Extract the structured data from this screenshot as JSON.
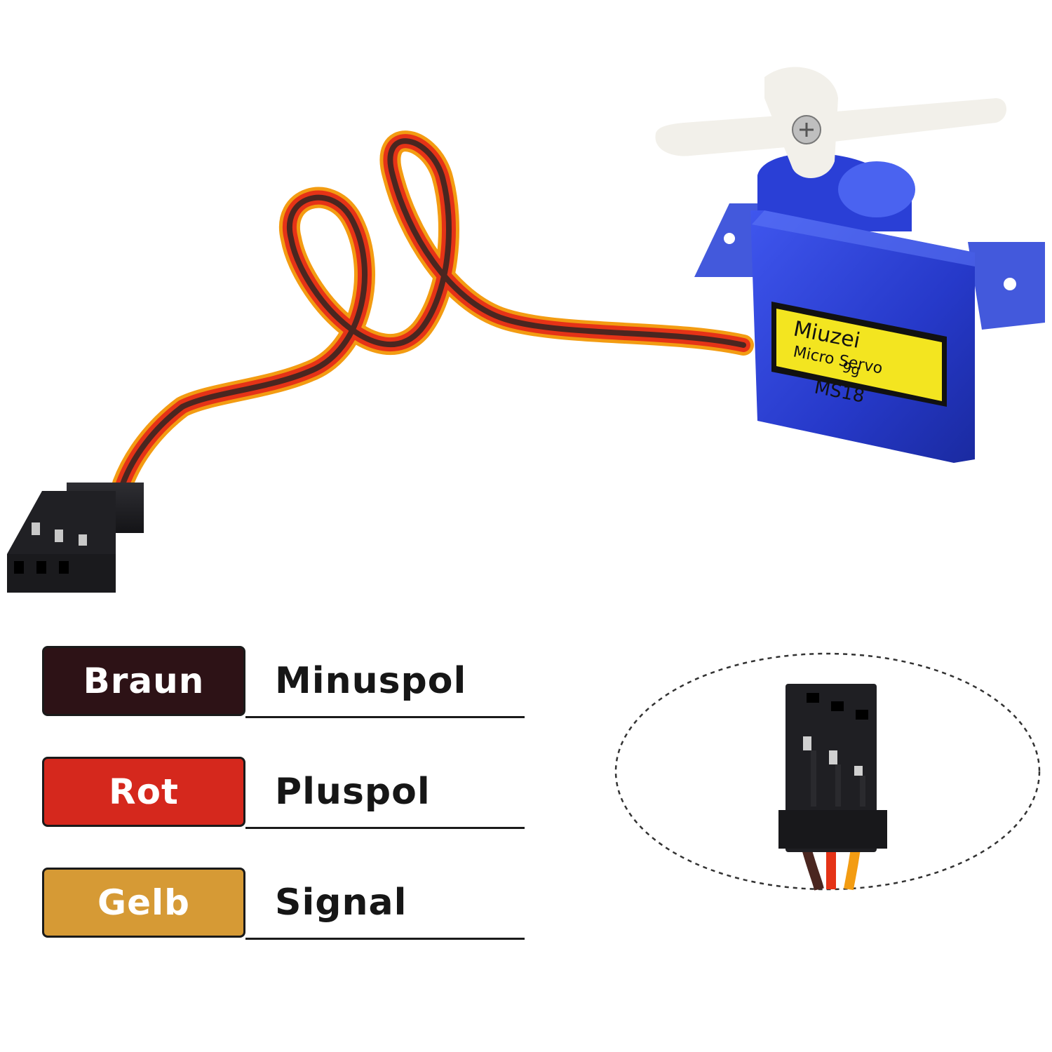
{
  "servo": {
    "brand": "Miuzei",
    "line1": "Micro Servo",
    "line2": "9g",
    "model": "MS18",
    "colors": {
      "body": "#2a3fd6",
      "label": "#f3e520",
      "horn": "#f2f0ea"
    }
  },
  "wires": {
    "brown": "#4a2620",
    "red": "#e53317",
    "orange": "#f39c12"
  },
  "legend": [
    {
      "color_name": "Braun",
      "meaning": "Minuspol",
      "swatch_color": "#2d1216"
    },
    {
      "color_name": "Rot",
      "meaning": "Pluspol",
      "swatch_color": "#d5281d"
    },
    {
      "color_name": "Gelb",
      "meaning": "Signal",
      "swatch_color": "#d69a35"
    }
  ]
}
